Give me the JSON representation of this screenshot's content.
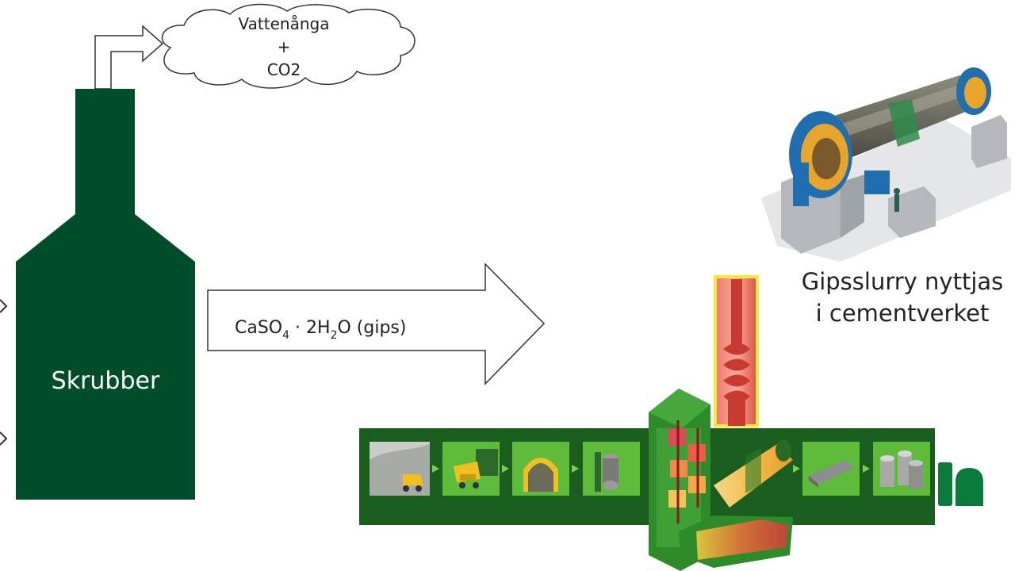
{
  "scrubber": {
    "label": "Skrubber"
  },
  "exhaust_cloud": {
    "line1": "Vattenånga",
    "line2": "+",
    "line3": "CO2"
  },
  "gypsum_arrow": {
    "formula_prefix": "CaSO",
    "sub1": "4",
    "formula_mid": " · 2H",
    "sub2": "2",
    "formula_suffix": "O (gips)"
  },
  "caption": {
    "line1": "Gipsslurry nyttjas",
    "line2": "i cementverket"
  },
  "colors": {
    "scrubber_green": "#004e29",
    "process_green": "#2f8a2a",
    "kiln_red": "#d9473f",
    "mill_blue": "#1f6fb0"
  },
  "icons": [
    "quarry-icon",
    "truck-icon",
    "storage-icon",
    "crusher-icon",
    "preheater-tower-icon",
    "kiln-icon",
    "cooler-icon",
    "silo-icon",
    "brand-logo"
  ]
}
